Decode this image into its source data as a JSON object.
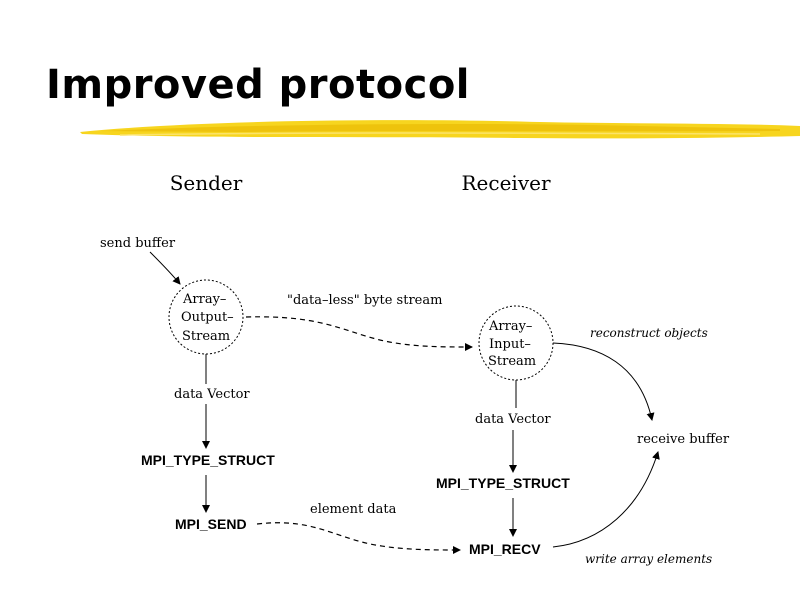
{
  "slide": {
    "title": "Improved protocol",
    "accent_color": "#f2c200"
  },
  "diagram": {
    "headers": {
      "sender": "Sender",
      "receiver": "Receiver"
    },
    "send_buffer_label": "send buffer",
    "sender_node": {
      "lines": [
        "Array–",
        "Output–",
        "Stream"
      ]
    },
    "receiver_node": {
      "lines": [
        "Array–",
        "Input–",
        "Stream"
      ]
    },
    "byte_stream_label": "\"data–less\" byte stream",
    "sender_data_vector": "data Vector",
    "receiver_data_vector": "data Vector",
    "sender_type_struct": "MPI_TYPE_STRUCT",
    "receiver_type_struct": "MPI_TYPE_STRUCT",
    "mpi_send": "MPI_SEND",
    "mpi_recv": "MPI_RECV",
    "element_data_label": "element data",
    "reconstruct_objects_label": "reconstruct objects",
    "receive_buffer_label": "receive buffer",
    "write_array_elements_label": "write array elements"
  }
}
